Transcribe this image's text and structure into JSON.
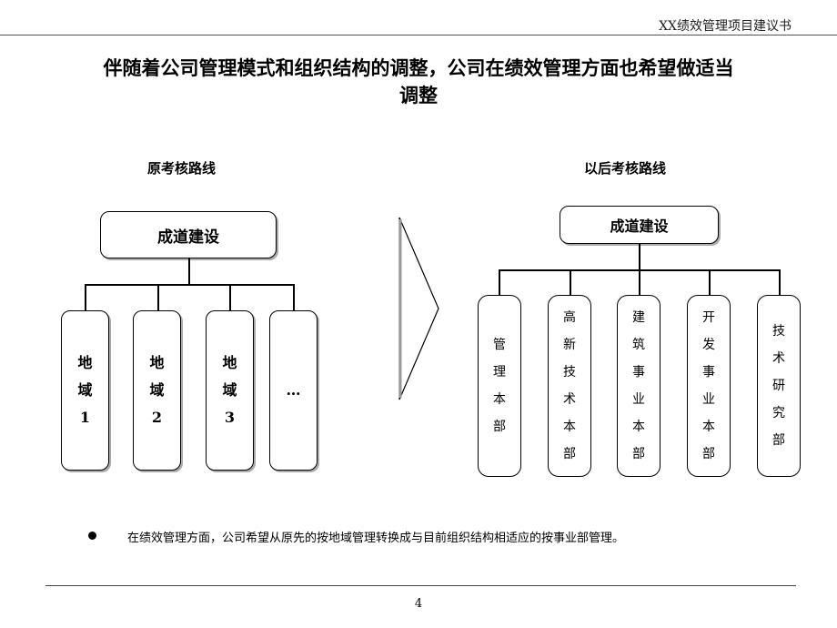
{
  "header": {
    "title": "XX绩效管理项目建议书"
  },
  "main_title": {
    "line1": "伴随着公司管理模式和组织结构的调整，公司在绩效管理方面也希望做适当",
    "line2": "调整"
  },
  "left": {
    "label": "原考核路线",
    "root": "成道建设",
    "columns": [
      [
        "地",
        "域",
        "1"
      ],
      [
        "地",
        "域",
        "2"
      ],
      [
        "地",
        "域",
        "3"
      ],
      [
        "…"
      ]
    ]
  },
  "right": {
    "label": "以后考核路线",
    "root": "成道建设",
    "departments": [
      [
        "管",
        "理",
        "本",
        "部"
      ],
      [
        "高",
        "新",
        "技",
        "术",
        "本",
        "部"
      ],
      [
        "建",
        "筑",
        "事",
        "业",
        "本",
        "部"
      ],
      [
        "开",
        "发",
        "事",
        "业",
        "本",
        "部"
      ],
      [
        "技",
        "术",
        "研",
        "究",
        "部"
      ]
    ]
  },
  "bullet": {
    "text": "在绩效管理方面，公司希望从原先的按地域管理转换成与目前组织结构相适应的按事业部管理。"
  },
  "footer": {
    "page_number": "4"
  },
  "colors": {
    "line": "#000000",
    "border": "#000000",
    "arrow_fill": "#ffffff",
    "shadow": "#aaaaaa"
  }
}
